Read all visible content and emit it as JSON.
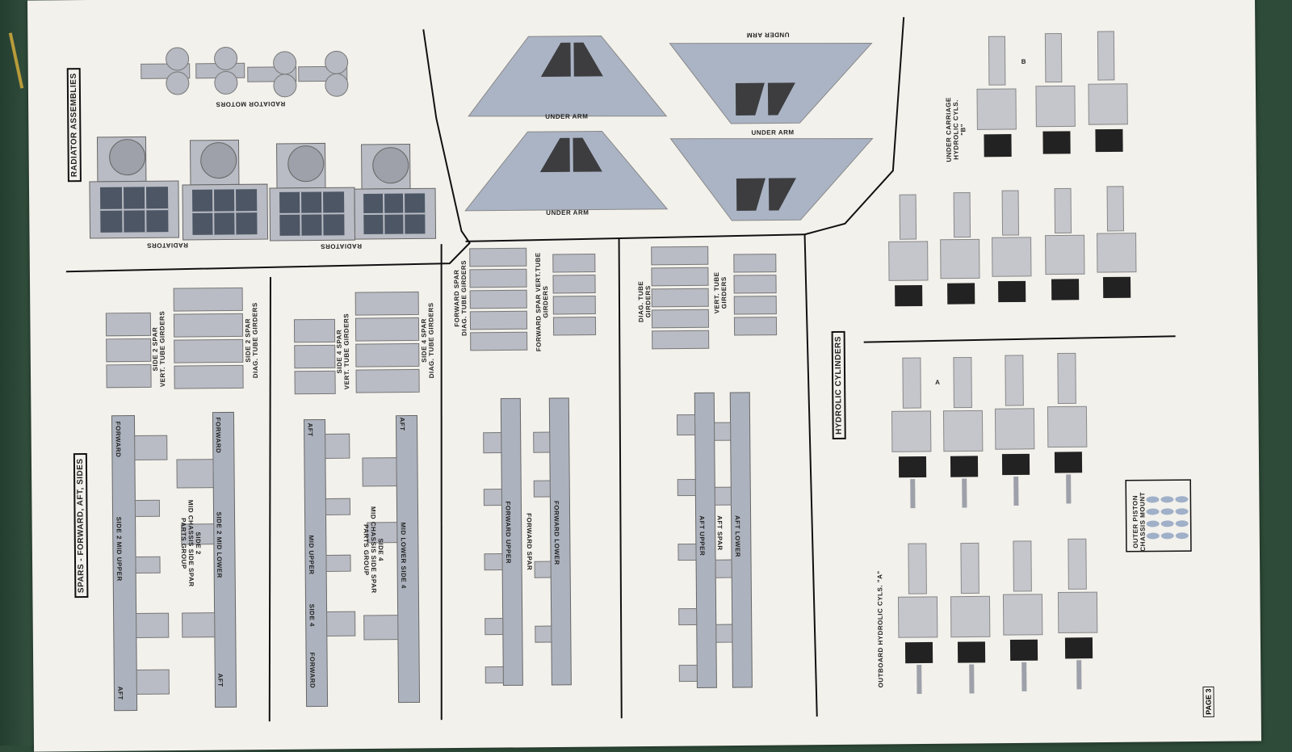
{
  "headings": {
    "radiator_assemblies": "RADIATOR ASSEMBLIES",
    "spars": "SPARS - FORWARD, AFT, SIDES",
    "hydrolic_cylinders": "HYDROLIC CYLINDERS"
  },
  "labels": {
    "radiator_motors": "RADIATOR MOTORS",
    "radiators_1": "RADIATORS",
    "radiators_2": "RADIATORS",
    "under_arm_1": "UNDER ARM",
    "under_arm_2": "UNDER ARM",
    "under_arm_3": "UNDER ARM",
    "under_arm_4": "UNDER ARM",
    "side2_vert": "SIDE 2 SPAR\nVERT. TUBE GIRDERS",
    "side2_diag": "SIDE 2 SPAR\nDIAG. TUBE GIRDERS",
    "side4_vert": "SIDE 4 SPAR\nVERT. TUBE GIRDERS",
    "side4_diag": "SIDE 4 SPAR\nDIAG. TUBE GIRDERS",
    "fwd_diag": "FORWARD SPAR\nDIAG. TUBE GIRDERS",
    "fwd_vert": "FORWARD SPAR VERT.TUBE\nGIRDERS",
    "diag_tube": "DIAG. TUBE\nGIRDERS",
    "vert_tube": "VERT. TUBE\nGIRDERS",
    "forward_1": "FORWARD",
    "forward_2": "FORWARD",
    "forward_3": "FORWARD",
    "aft_1": "AFT",
    "aft_2": "AFT",
    "aft_3": "AFT",
    "aft_4": "AFT",
    "side2_mid_upper": "SIDE 2 MID UPPER",
    "side2_mid_lower": "SIDE 2 MID LOWER",
    "side2_group": "SIDE 2\nMID CHASSIS SIDE SPAR\nPARTS GROUP",
    "mid_upper": "MID UPPER",
    "side_4": "SIDE 4",
    "mid_lower_side4": "MID LOWER  SIDE 4",
    "side4_group": "SIDE 4\nMID CHASSIS SIDE SPAR\nPARTS GROUP",
    "forward_upper": "FORWARD UPPER",
    "forward_spar": "FORWARD SPAR",
    "forward_lower": "FORWARD LOWER",
    "aft_upper": "AFT UPPER",
    "aft_spar": "AFT SPAR",
    "aft_lower": "AFT LOWER",
    "under_carriage": "UNDER CARRIAGE\nHYDROLIC CYLS.\n\"B\"",
    "outboard": "OUTBOARD HYDROLIC CYLS. \"A\"",
    "outer_piston": "OUTER PISTON\nCHASSIS MOUNT",
    "letter_a": "A",
    "letter_b": "B",
    "page": "PAGE 3"
  }
}
